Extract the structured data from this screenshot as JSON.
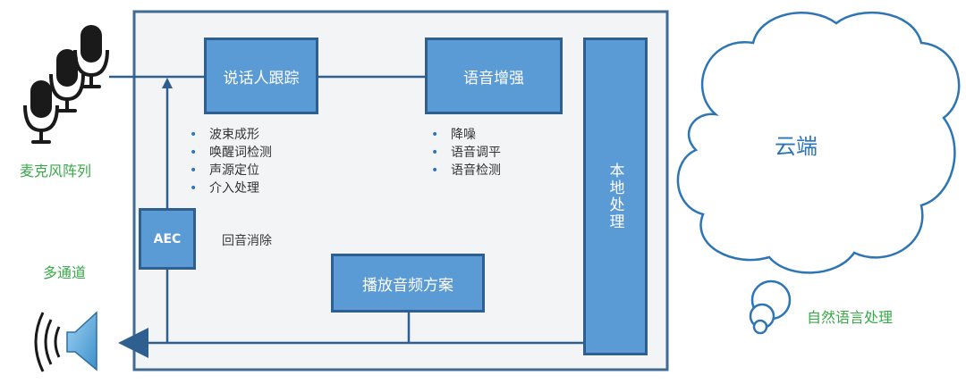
{
  "boxes": {
    "speaker_tracking": "说话人跟踪",
    "speech_enhancement": "语音增强",
    "aec": "AEC",
    "playback_audio": "播放音频方案",
    "local_processing": "本地处理"
  },
  "tracking_features": [
    "波束成形",
    "唤醒词检测",
    "声源定位",
    "介入处理"
  ],
  "enhancement_features": [
    "降噪",
    "语音调平",
    "语音检测"
  ],
  "aec_caption": "回音消除",
  "left_labels": {
    "mic_array": "麦克风阵列",
    "multichannel": "多通道"
  },
  "cloud": {
    "title": "云端",
    "caption": "自然语言处理"
  },
  "colors": {
    "box_fill": "#5b9bd5",
    "box_border": "#2e5f8f",
    "frame_border": "#3f6b94",
    "frame_fill": "#f3f4f5",
    "label_green": "#3aa84a",
    "cloud_stroke": "#2e75b6"
  }
}
